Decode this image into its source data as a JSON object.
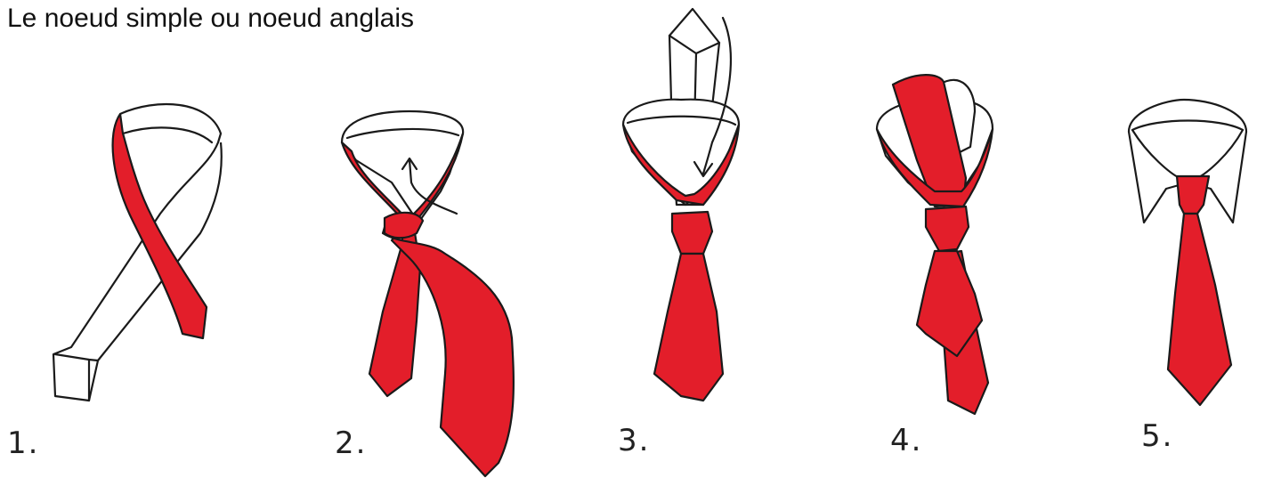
{
  "title": "Le noeud simple ou noeud anglais",
  "colors": {
    "tie": "#e31e2a",
    "outline": "#1a1a1a",
    "background": "#ffffff"
  },
  "steps": [
    {
      "label": "1."
    },
    {
      "label": "2."
    },
    {
      "label": "3."
    },
    {
      "label": "4."
    },
    {
      "label": "5."
    }
  ]
}
